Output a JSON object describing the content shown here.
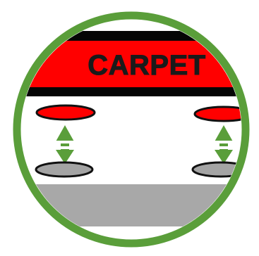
{
  "diagram": {
    "carpet_label": "CARPET",
    "colors": {
      "badge_ring": "#5a9e3a",
      "carpet_band": "#ff0000",
      "carpet_border": "#050505",
      "label_text": "#1a1a1a",
      "upper_disc": "#ff0000",
      "lower_disc": "#a4a4a4",
      "floor": "#a8a8a8",
      "arrow": "#5a9e3a",
      "background": "#ffffff"
    },
    "icons": {
      "arrows": "double-headed-vertical-arrow",
      "discs": "ellipse-disc"
    }
  }
}
